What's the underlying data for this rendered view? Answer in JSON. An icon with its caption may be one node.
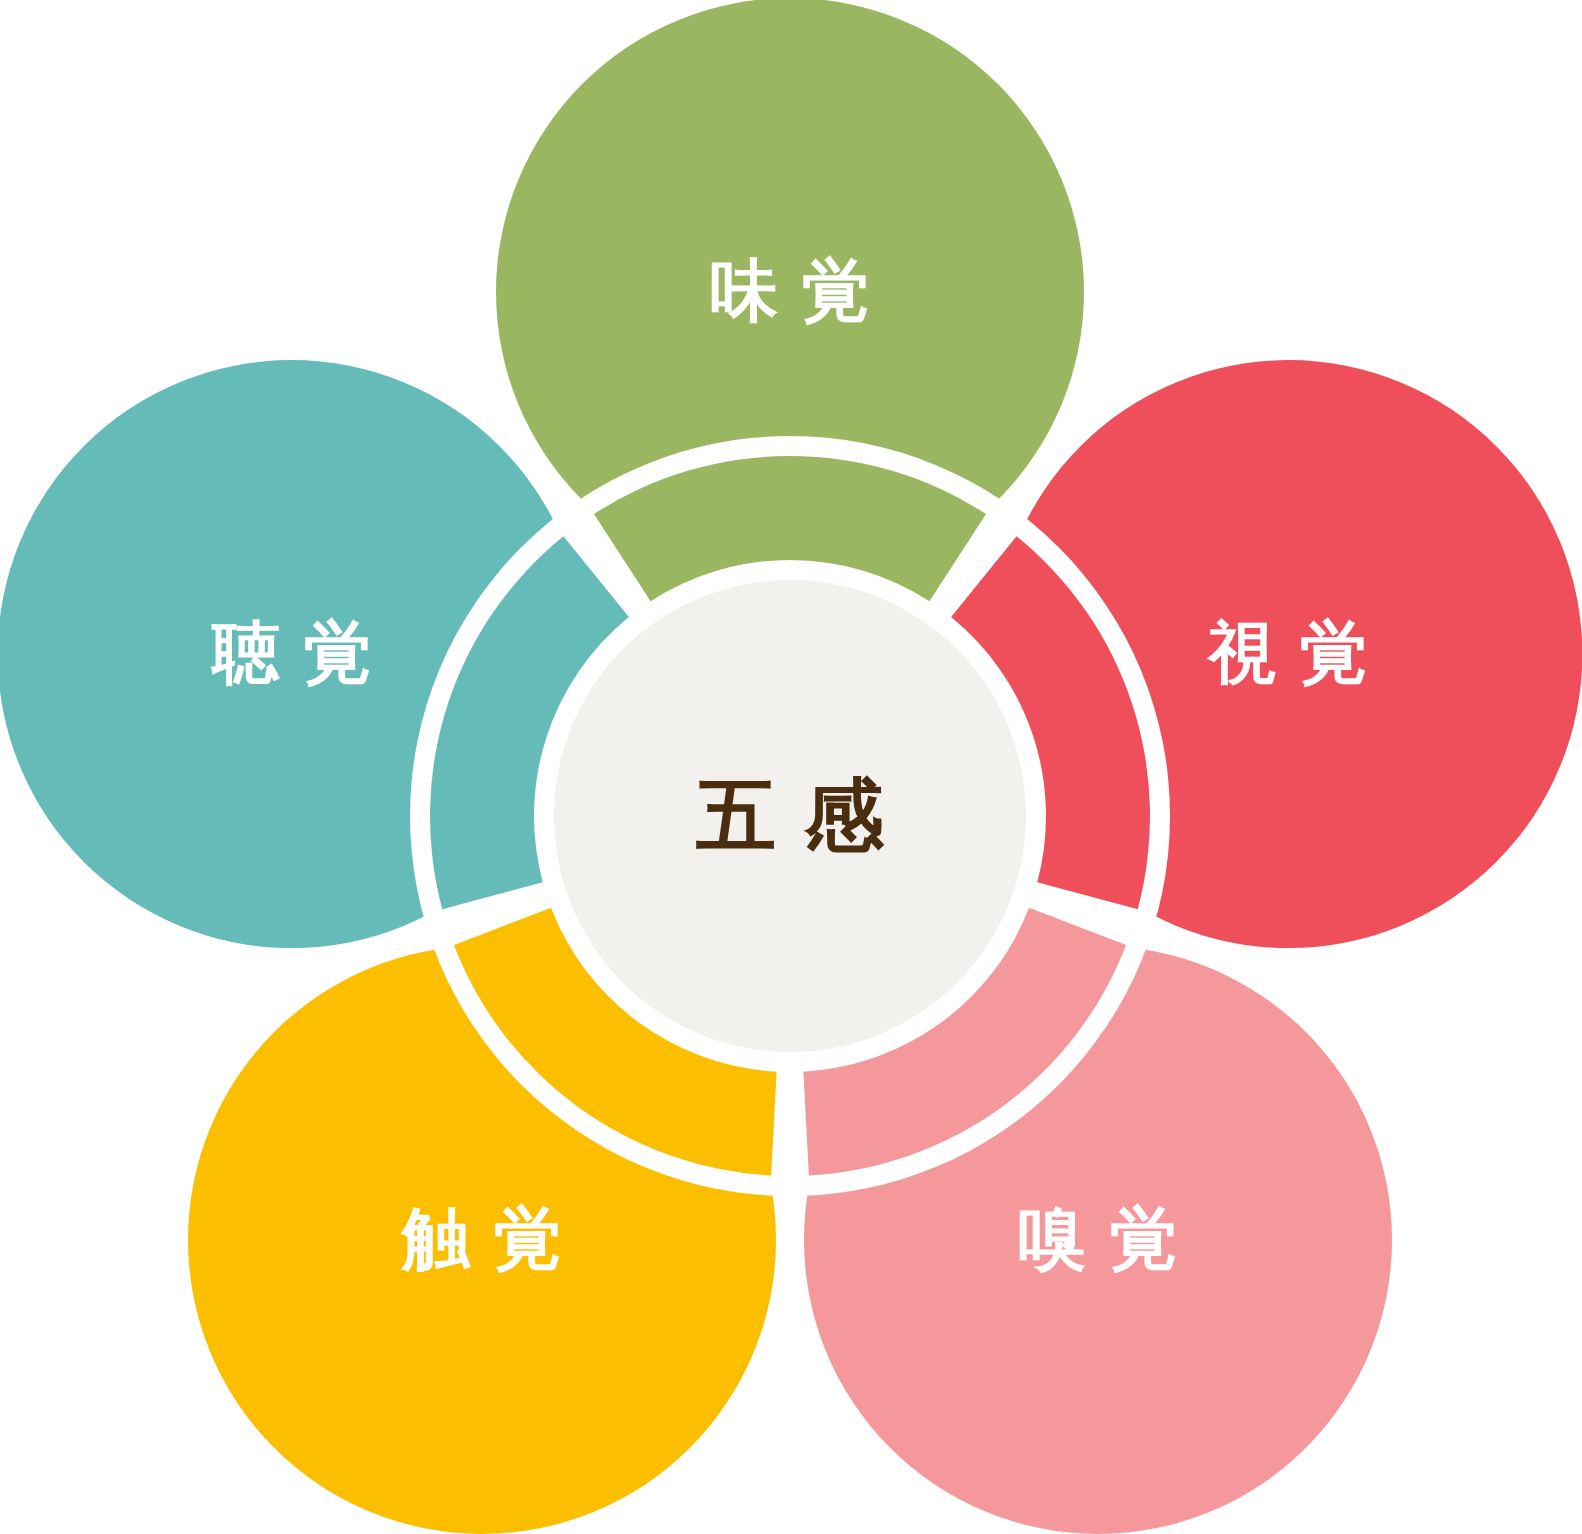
{
  "diagram": {
    "nodes": [
      {
        "text": [
          "五感"
        ]
      },
      {
        "text": [
          "味覚"
        ]
      },
      {
        "text": [
          "視覚"
        ]
      },
      {
        "text": [
          "嗅覚"
        ]
      },
      {
        "text": [
          "触覚"
        ]
      },
      {
        "text": [
          "聴覚"
        ]
      }
    ]
  }
}
